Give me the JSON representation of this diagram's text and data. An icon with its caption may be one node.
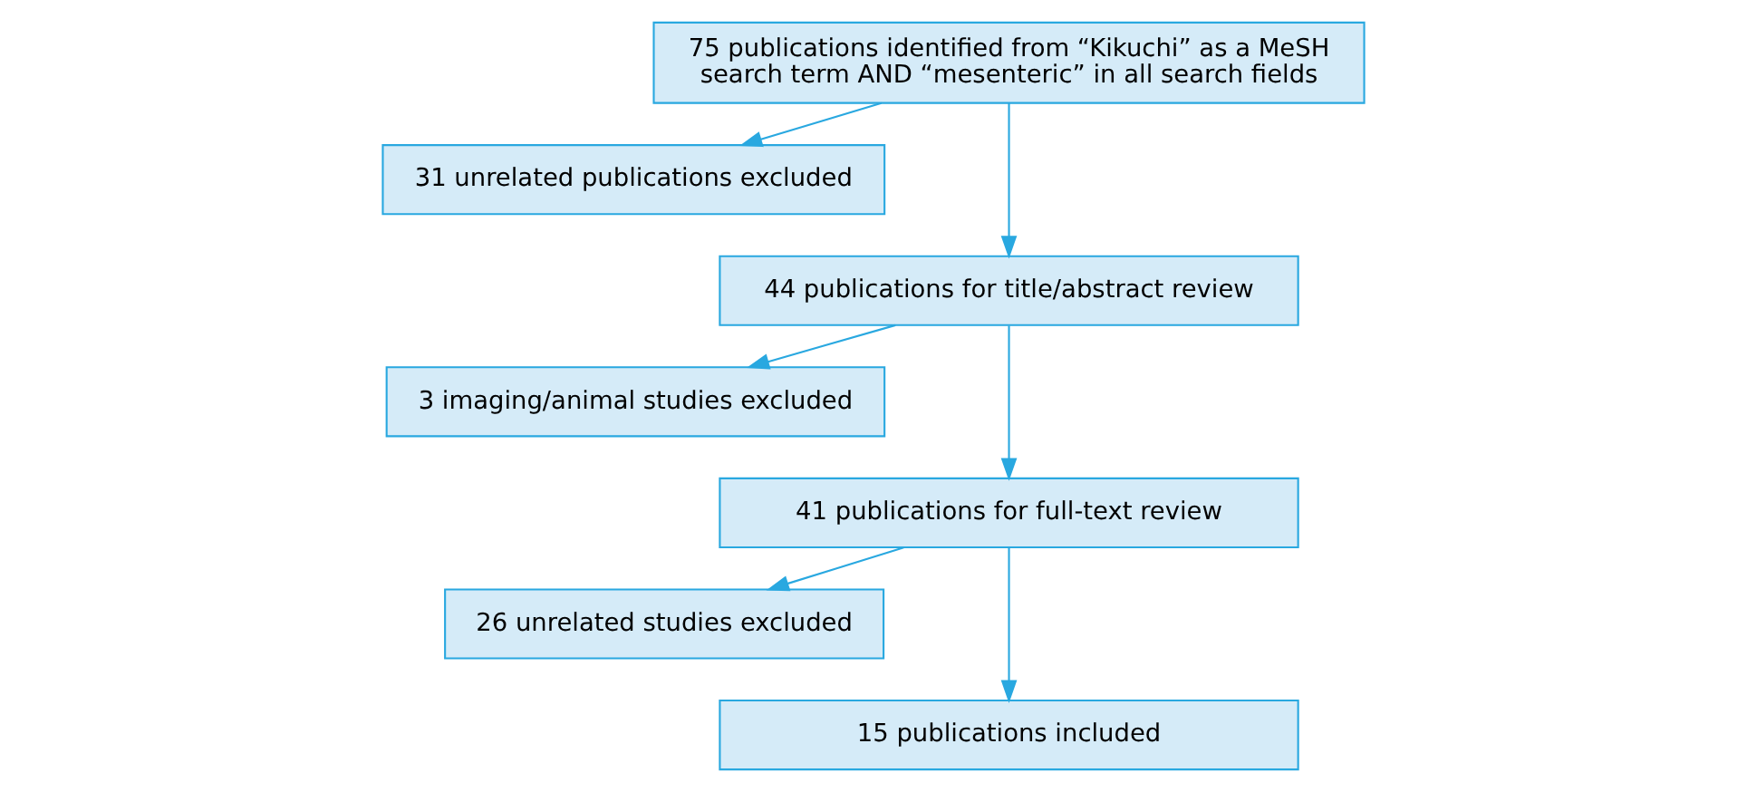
{
  "diagram": {
    "nodes": [
      {
        "text": [
          "75 publications identified from “Kikuchi” as a MeSH search term AND “mesenteric” in all search fields"
        ]
      },
      {
        "text": [
          "31 unrelated publications excluded"
        ]
      },
      {
        "text": [
          "44 publications for title/abstract review"
        ]
      },
      {
        "text": [
          "3 imaging/animal studies excluded"
        ]
      },
      {
        "text": [
          "41 publications for full-text review"
        ]
      },
      {
        "text": [
          "26 unrelated studies excluded"
        ]
      },
      {
        "text": [
          "15 publications included"
        ]
      }
    ],
    "edges": [
      {
        "from": 0,
        "to": 1,
        "arrow": "to"
      },
      {
        "from": 0,
        "to": 2,
        "arrow": "to"
      },
      {
        "from": 2,
        "to": 3,
        "arrow": "to"
      },
      {
        "from": 2,
        "to": 4,
        "arrow": "to"
      },
      {
        "from": 4,
        "to": 5,
        "arrow": "to"
      },
      {
        "from": 4,
        "to": 6,
        "arrow": "to"
      }
    ]
  }
}
